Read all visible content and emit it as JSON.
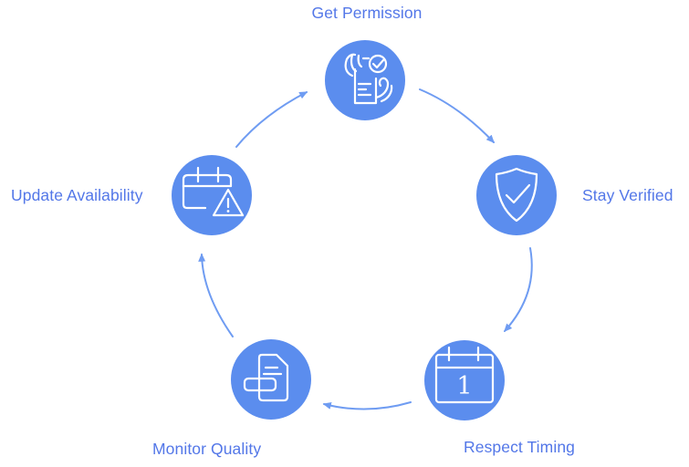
{
  "colors": {
    "node_fill": "#5b8dee",
    "icon_stroke": "#ffffff",
    "label": "#5377e8",
    "arrow": "#6f9cf2",
    "background": "#ffffff"
  },
  "diagram": {
    "type": "cycle",
    "direction": "clockwise",
    "nodes": [
      {
        "label": "Get Permission",
        "icon": "agreement-check-hands-icon",
        "position": "top"
      },
      {
        "label": "Stay Verified",
        "icon": "shield-check-icon",
        "position": "right"
      },
      {
        "label": "Respect Timing",
        "icon": "calendar-date-icon",
        "calendar_day": "1",
        "position": "bottom-right"
      },
      {
        "label": "Monitor Quality",
        "icon": "document-report-icon",
        "position": "bottom-left"
      },
      {
        "label": "Update Availability",
        "icon": "calendar-alert-icon",
        "position": "left"
      }
    ]
  }
}
